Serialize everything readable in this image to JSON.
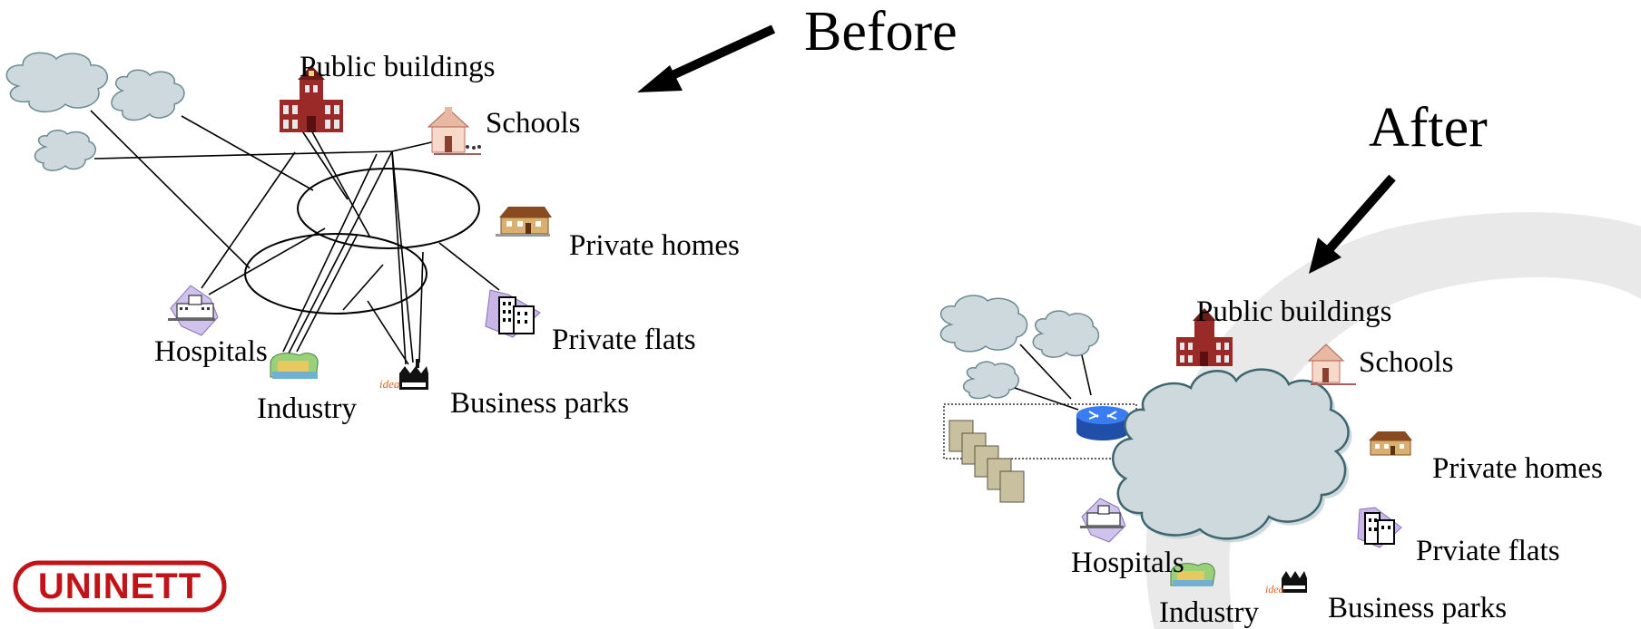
{
  "before": {
    "title": "Before",
    "labels": {
      "public_buildings": "Public buildings",
      "schools": "Schools",
      "private_homes": "Private homes",
      "private_flats": "Private flats",
      "hospitals": "Hospitals",
      "industry": "Industry",
      "business_parks": "Business parks"
    }
  },
  "after": {
    "title": "After",
    "labels": {
      "public_buildings": "Public buildings",
      "schools": "Schools",
      "private_homes": "Private homes",
      "private_flats": "Prviate flats",
      "hospitals": "Hospitals",
      "industry": "Industry",
      "business_parks": "Business parks"
    }
  },
  "logo": {
    "text": "UNINETT",
    "color": "#c01418"
  },
  "factory_sign": "idea FACTORY",
  "colors": {
    "cloud": "#cdd9dd",
    "cloud_stroke": "#6c8a92",
    "router": "#2f6fe0",
    "building_red": "#9a2a28",
    "arc": "#e6e6e6"
  }
}
